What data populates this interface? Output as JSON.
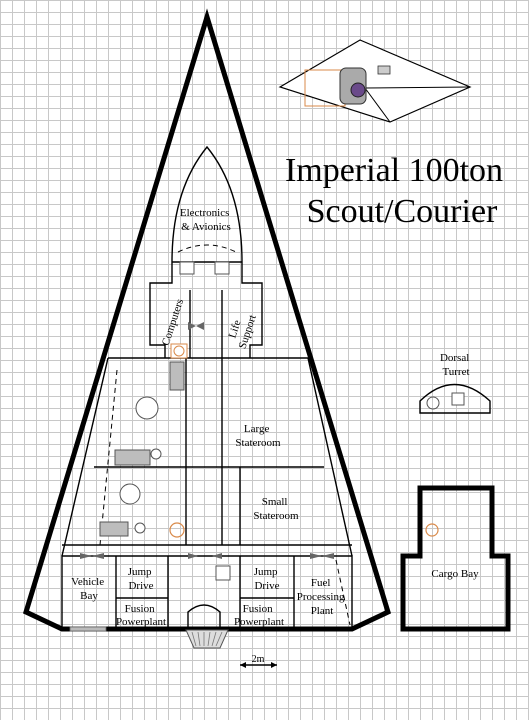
{
  "title": {
    "line1": "Imperial 100ton",
    "line2": "Scout/Courier"
  },
  "rooms": {
    "electronics": [
      "Electronics",
      "& Avionics"
    ],
    "computers": "Computers",
    "life_support": [
      "Life",
      "Support"
    ],
    "large_stateroom": [
      "Large",
      "Stateroom"
    ],
    "small_stateroom": [
      "Small",
      "Stateroom"
    ],
    "vehicle_bay": [
      "Vehicle",
      "Bay"
    ],
    "jump_drive_left": [
      "Jump",
      "Drive"
    ],
    "jump_drive_right": [
      "Jump",
      "Drive"
    ],
    "fusion_left": [
      "Fusion",
      "Powerplant"
    ],
    "fusion_right": [
      "Fusion",
      "Powerplant"
    ],
    "fuel_processing": [
      "Fuel",
      "Processing",
      "Plant"
    ],
    "dorsal_turret": [
      "Dorsal",
      "Turret"
    ],
    "cargo_bay": "Cargo Bay"
  },
  "scale_label": "2m",
  "colors": {
    "wall": "#000000",
    "grid": "#c8c8c8",
    "accent_orange": "#d98a4a",
    "furniture_gray": "#bdbdbd"
  }
}
